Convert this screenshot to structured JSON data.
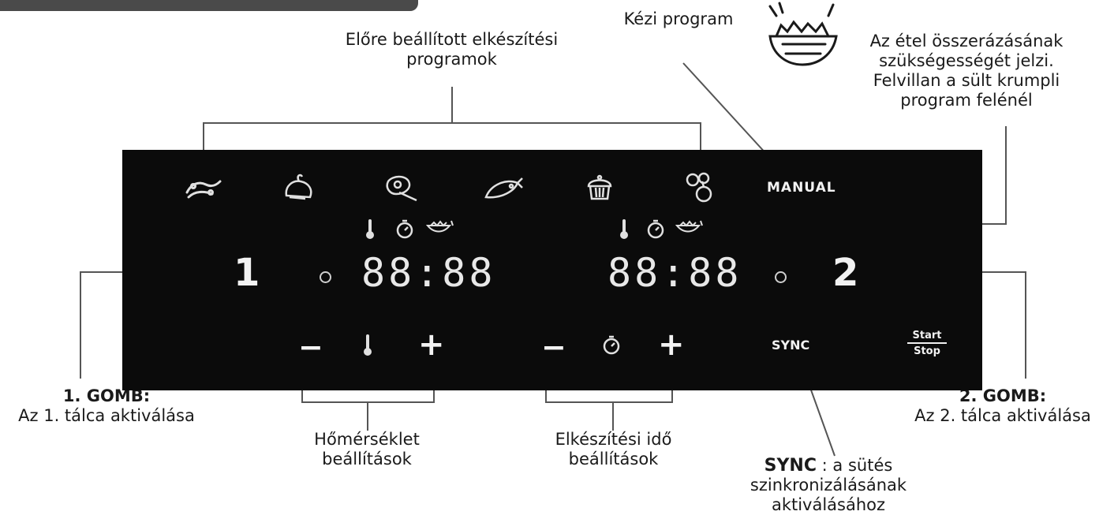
{
  "labels": {
    "presets": "Előre beállított elkészítési programok",
    "manual_prog": "Kézi program",
    "shake": "Az étel összerázásának szükségességét jelzi. Felvillan a sült krumpli program felénél",
    "btn1_title": "1. GOMB:",
    "btn1_desc": "Az 1. tálca aktiválása",
    "btn2_title": "2. GOMB:",
    "btn2_desc": "Az 2. tálca aktiválása",
    "temp": "Hőmérséklet beállítások",
    "time": "Elkészítési idő beállítások",
    "sync_title": "SYNC",
    "sync_rest": " : a sütés",
    "sync_desc": "szinkronizálásának aktiválásához"
  },
  "panel": {
    "manual": "MANUAL",
    "zone1": "1",
    "zone2": "2",
    "display1": "88:88",
    "display2": "88:88",
    "minus": "−",
    "plus": "+",
    "sync": "SYNC",
    "start": "Start",
    "stop": "Stop"
  },
  "icons": [
    "wings-icon",
    "chicken-icon",
    "steak-icon",
    "fish-icon",
    "cake-icon",
    "vegetables-icon",
    "thermometer-icon",
    "timer-icon",
    "shake-icon"
  ]
}
